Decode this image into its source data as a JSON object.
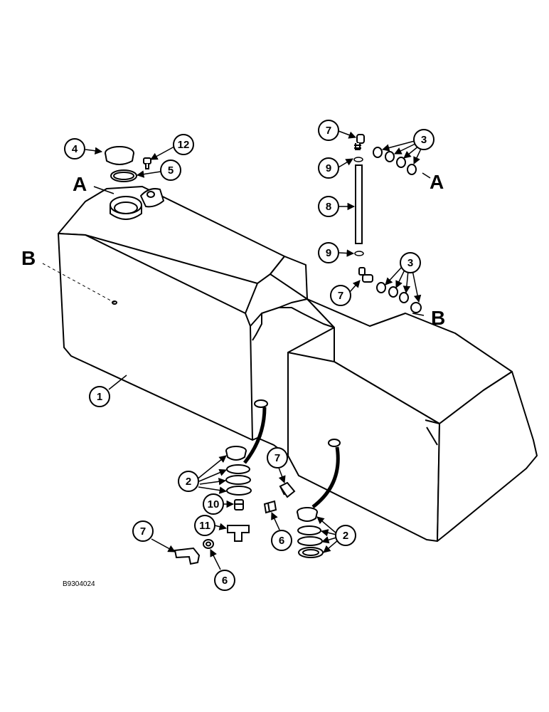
{
  "figure_id": "B9304024",
  "reference_letters": {
    "a_top": "A",
    "a_right": "A",
    "b_left": "B",
    "b_right": "B"
  },
  "callouts": [
    {
      "id": "tank",
      "label": "1"
    },
    {
      "id": "grommet-left",
      "label": "2"
    },
    {
      "id": "grommet-right",
      "label": "2"
    },
    {
      "id": "nuts-upper",
      "label": "3"
    },
    {
      "id": "nuts-lower",
      "label": "3"
    },
    {
      "id": "cap",
      "label": "4"
    },
    {
      "id": "gasket",
      "label": "5"
    },
    {
      "id": "plug-center",
      "label": "6"
    },
    {
      "id": "plug-lower",
      "label": "6"
    },
    {
      "id": "elbow-top",
      "label": "7"
    },
    {
      "id": "elbow-mid",
      "label": "7"
    },
    {
      "id": "elbow-center",
      "label": "7"
    },
    {
      "id": "elbow-lower",
      "label": "7"
    },
    {
      "id": "tube",
      "label": "8"
    },
    {
      "id": "clamp-upper",
      "label": "9"
    },
    {
      "id": "clamp-lower",
      "label": "9"
    },
    {
      "id": "connector",
      "label": "10"
    },
    {
      "id": "tee",
      "label": "11"
    },
    {
      "id": "vent",
      "label": "12"
    }
  ]
}
